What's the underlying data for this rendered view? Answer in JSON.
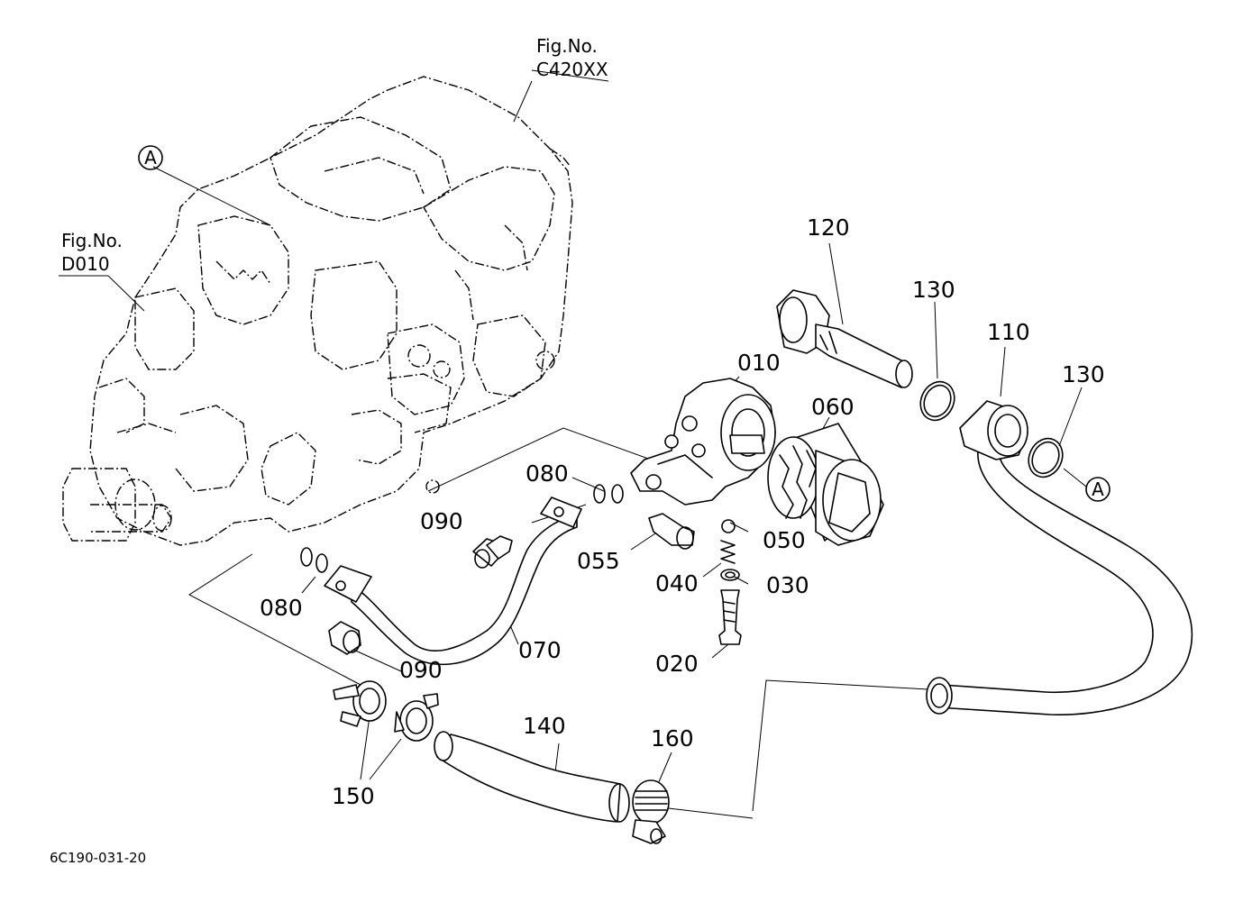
{
  "drawing_code": "6C190-031-20",
  "references": {
    "fig_label": "Fig.No.",
    "top_ref": "C420XX",
    "left_ref": "D010",
    "connector_mark": "A"
  },
  "parts": {
    "p010": "010",
    "p020": "020",
    "p030": "030",
    "p040": "040",
    "p050": "050",
    "p055": "055",
    "p060": "060",
    "p070": "070",
    "p080a": "080",
    "p080b": "080",
    "p090a": "090",
    "p090b": "090",
    "p110": "110",
    "p120": "120",
    "p130a": "130",
    "p130b": "130",
    "p140": "140",
    "p150": "150",
    "p160": "160"
  }
}
